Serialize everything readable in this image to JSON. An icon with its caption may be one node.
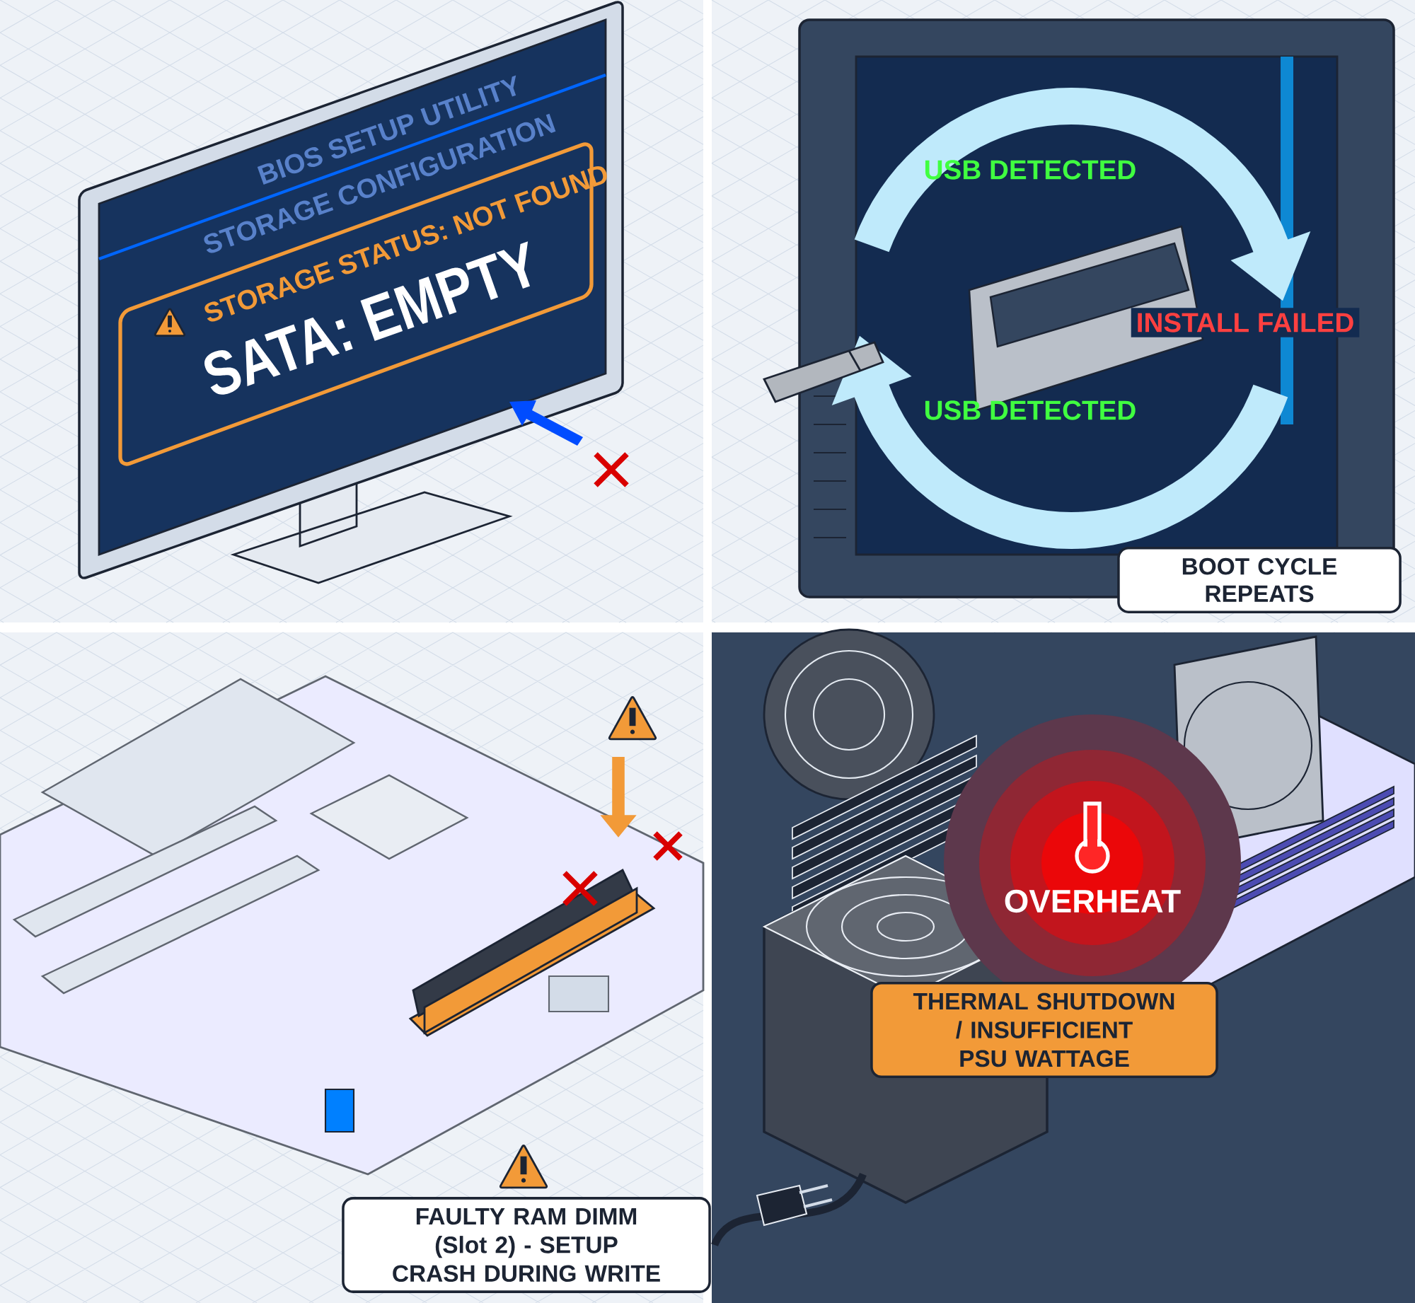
{
  "diagram": {
    "nodes": [
      {
        "text": [
          "BOOT CYCLE REPEATS"
        ]
      },
      {
        "text": [
          "FAULTY RAM DIMM (Slot 2) - SETUP CRASH DURING WRITE"
        ]
      },
      {
        "text": [
          "THERMAL SHUTDOWN / INSUFFICIENT PSU WATTAGE"
        ]
      }
    ],
    "labels": [
      "BIOS SETUP UTILITY",
      "STORAGE CONFIGURATION",
      "STORAGE STATUS: NOT FOUND",
      "SATA: EMPTY",
      "USB DETECTED",
      "INSTALL FAILED",
      "USB DETECTED",
      "OVERHEAT"
    ]
  }
}
